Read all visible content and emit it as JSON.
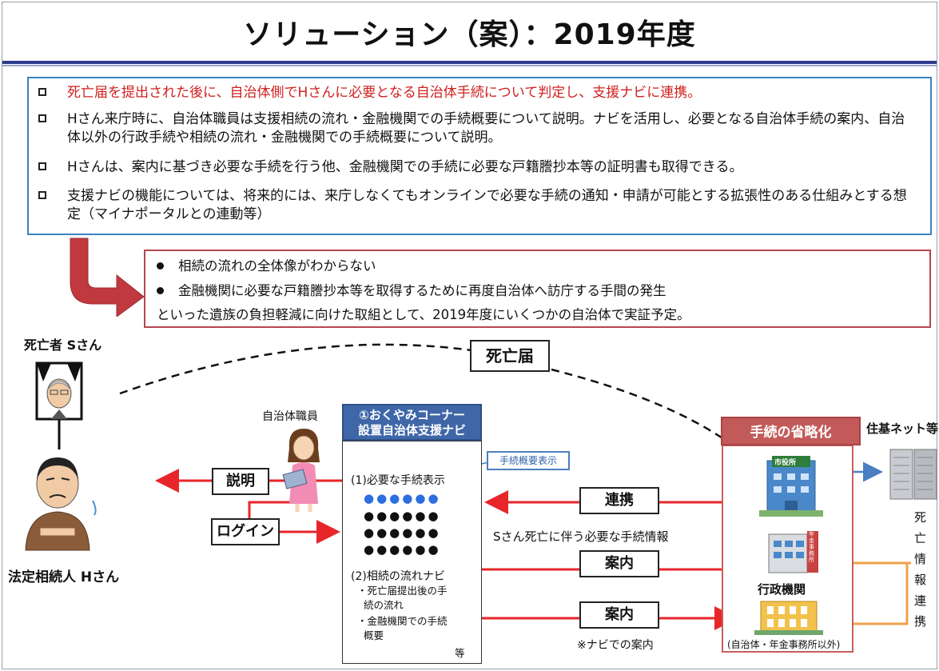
{
  "title": "ソリューション（案）：2019年度",
  "solution_points": [
    "死亡届を提出された後に、自治体側でHさんに必要となる自治体手続について判定し、支援ナビに連携。",
    "Hさん来庁時に、自治体職員は支援相続の流れ・金融機関での手続概要について説明。ナビを活用し、必要となる自治体手続の案内、自治体以外の行政手続や相続の流れ・金融機関での手続概要について説明。",
    "Hさんは、案内に基づき必要な手続を行う他、金融機関での手続に必要な戸籍謄抄本等の証明書も取得できる。",
    "支援ナビの機能については、将来的には、来庁しなくてもオンラインで必要な手続の通知・申請が可能とする拡張性のある仕組みとする想定（マイナポータルとの連動等）"
  ],
  "issues": {
    "bullets": [
      "相続の流れの全体像がわからない",
      "金融機関に必要な戸籍謄抄本等を取得するために再度自治体へ訪庁する手間の発生"
    ],
    "conclusion": "といった遺族の負担軽減に向けた取組として、2019年度にいくつかの自治体で実証予定。"
  },
  "diagram": {
    "deceased_label": "死亡者 Sさん",
    "heir_label": "法定相続人 Hさん",
    "death_notice": "死亡届",
    "staff_label": "自治体職員",
    "explain_label": "説明",
    "login_label": "ログイン",
    "navi_title_1": "①おくやみコーナー",
    "navi_title_2": "設置自治体支援ナビ",
    "navi_item1": "(1)必要な手続表示",
    "procedure_summary_label": "手続概要表示",
    "navi_item2": "(2)相続の流れナビ",
    "navi_sub1_1": "・死亡届提出後の手",
    "navi_sub1_2": "続の流れ",
    "navi_sub2_1": "・金融機関での手続",
    "navi_sub2_2": "概要",
    "navi_etc": "等",
    "link_label": "連携",
    "procedure_info": "Sさん死亡に伴う必要な手続情報",
    "guide_label_1": "案内",
    "guide_label_2": "案内",
    "navi_guide_note": "※ナビでの案内",
    "simplification": "手続の省略化",
    "city_hall_sign": "市役所",
    "pension_sign": "年金事務所",
    "admin_agencies": "行政機関",
    "admin_note": "(自治体・年金事務所以外)",
    "juki_net": "住基ネット等",
    "death_info_chars": [
      "死",
      "亡",
      "情",
      "報",
      "連",
      "携"
    ]
  },
  "colors": {
    "title_rule": "#2b3c8c",
    "solution_border": "#3d82c3",
    "issues_border": "#b7474e",
    "arrow_red": "#e8262a",
    "navi_header": "#3f67a8",
    "simplification_header": "#c35a5a",
    "orange_link": "#f0a04b"
  }
}
